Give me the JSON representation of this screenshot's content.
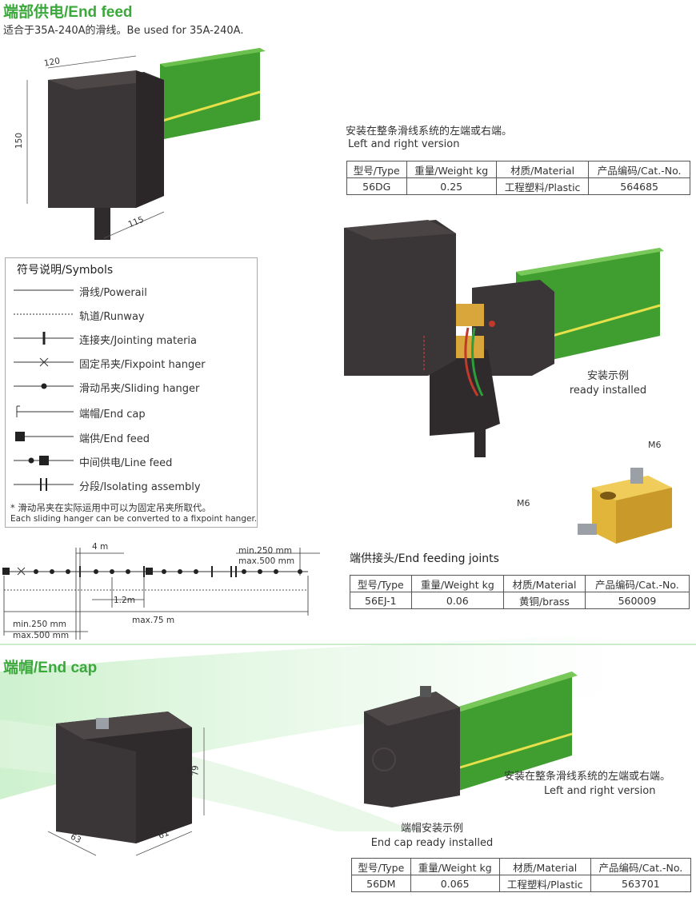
{
  "end_feed": {
    "title": "端部供电/End feed",
    "subtitle": "适合于35A-240A的滑线。Be used for 35A-240A.",
    "dims": {
      "width": "120",
      "height": "150",
      "depth": "115"
    },
    "location_cn": "安装在整条滑线系统的左端或右端。",
    "location_en": "Left and right version",
    "table": {
      "headers": [
        "型号/Type",
        "重量/Weight kg",
        "材质/Material",
        "产品编码/Cat.-No."
      ],
      "row": [
        "56DG",
        "0.25",
        "工程塑料/Plastic",
        "564685"
      ]
    },
    "installed_cn": "安装示例",
    "installed_en": "ready installed"
  },
  "symbols": {
    "title": "符号说明/Symbols",
    "items": [
      {
        "icon": "powerail-line",
        "label": "滑线/Powerail"
      },
      {
        "icon": "runway-dotted-line",
        "label": "轨道/Runway"
      },
      {
        "icon": "jointing-icon",
        "label": "连接夹/Jointing materia"
      },
      {
        "icon": "fixpoint-hanger-icon",
        "label": "固定吊夹/Fixpoint hanger"
      },
      {
        "icon": "sliding-hanger-icon",
        "label": "滑动吊夹/Sliding hanger"
      },
      {
        "icon": "end-cap-icon",
        "label": "端帽/End cap"
      },
      {
        "icon": "end-feed-icon",
        "label": "端供/End feed"
      },
      {
        "icon": "line-feed-icon",
        "label": "中间供电/Line feed"
      },
      {
        "icon": "isolating-icon",
        "label": "分段/Isolating assembly"
      }
    ],
    "note_cn": "* 滑动吊夹在实际运用中可以为固定吊夹所取代。",
    "note_en": "Each sliding hanger can be converted to a fixpoint hanger."
  },
  "layout_diagram": {
    "spacing": "4 m",
    "min_right": "min.250 mm",
    "max_right": "max.500 mm",
    "joint_gap": "1.2m",
    "min_left": "min.250 mm",
    "max_left": "max.500 mm",
    "total": "max.75 m"
  },
  "feeding_joint": {
    "m6_top": "M6",
    "m6_left": "M6",
    "title": "端供接头/End feeding joints",
    "table": {
      "headers": [
        "型号/Type",
        "重量/Weight kg",
        "材质/Material",
        "产品编码/Cat.-No."
      ],
      "row": [
        "56EJ-1",
        "0.06",
        "黄铜/brass",
        "560009"
      ]
    }
  },
  "end_cap": {
    "title": "端帽/End cap",
    "dims": {
      "height": "79",
      "width": "63",
      "depth": "61"
    },
    "location_cn": "安装在整条滑线系统的左端或右端。",
    "location_en": "Left and right version",
    "installed_cn": "端帽安装示例",
    "installed_en": "End cap ready installed",
    "table": {
      "headers": [
        "型号/Type",
        "重量/Weight kg",
        "材质/Material",
        "产品编码/Cat.-No."
      ],
      "row": [
        "56DM",
        "0.065",
        "工程塑料/Plastic",
        "563701"
      ]
    }
  },
  "colors": {
    "brand_green": "#3aa83a",
    "rail_green": "#3f9e2f",
    "housing": "#3a3536",
    "brass": "#e0b53a"
  }
}
